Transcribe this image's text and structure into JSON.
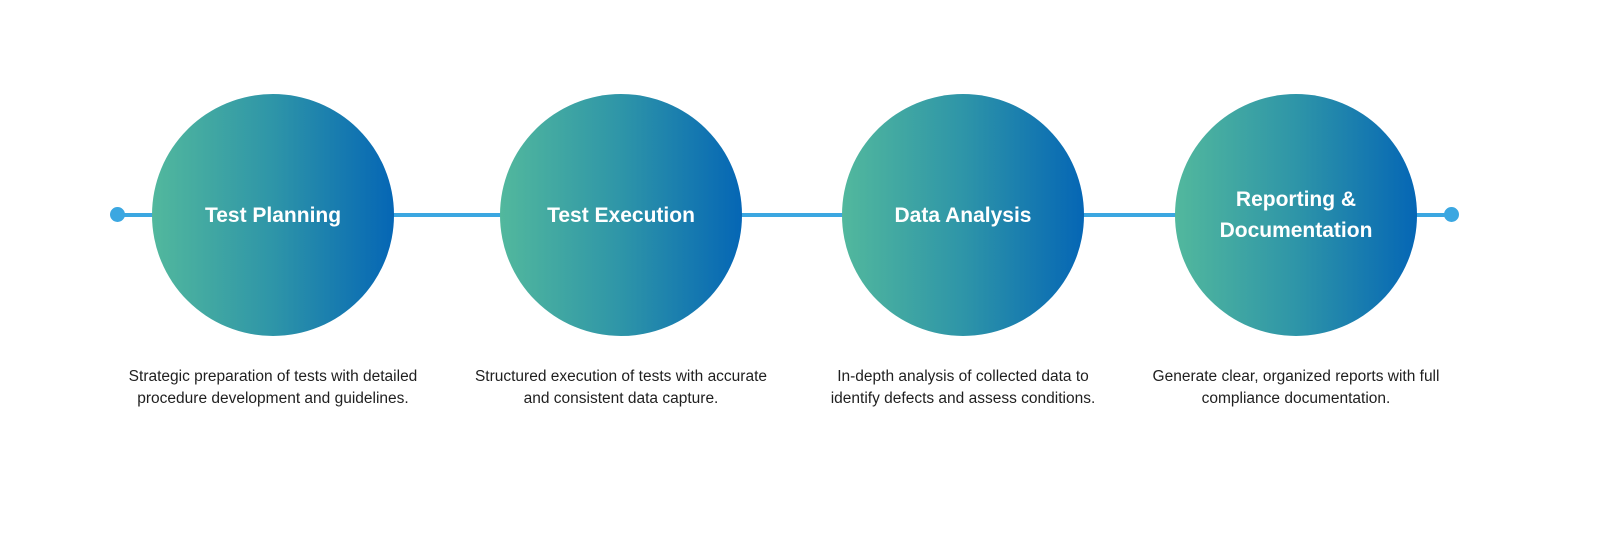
{
  "colors": {
    "line": "#3ba7e1",
    "gradient_start": "#52b89d",
    "gradient_end": "#0566b5"
  },
  "steps": [
    {
      "title": "Test Planning",
      "description": "Strategic preparation of tests with detailed procedure development and guidelines."
    },
    {
      "title": "Test Execution",
      "description": "Structured execution of tests with accurate and consistent data capture."
    },
    {
      "title": "Data Analysis",
      "description": "In-depth analysis of collected data to identify defects and assess conditions."
    },
    {
      "title": "Reporting & Documentation",
      "description": "Generate clear, organized reports with full compliance documentation."
    }
  ]
}
